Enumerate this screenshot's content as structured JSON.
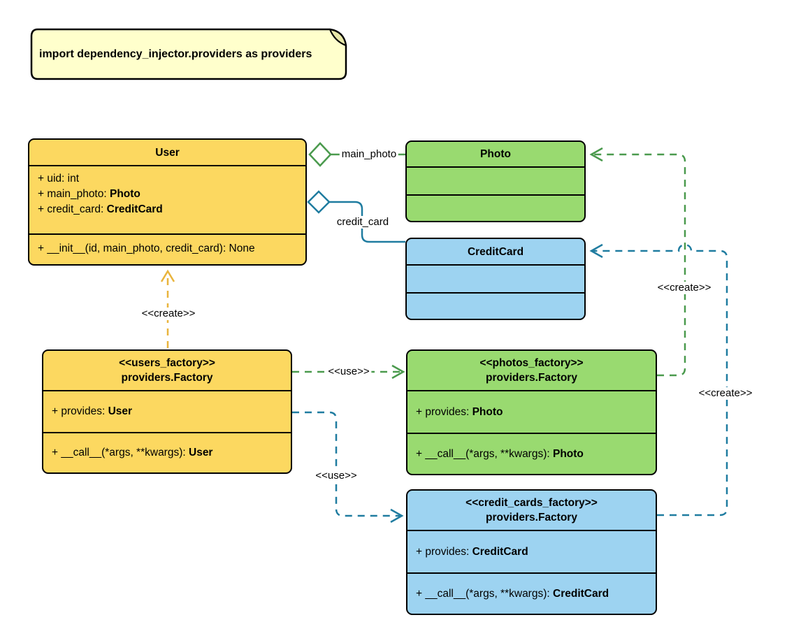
{
  "note": {
    "text": "import dependency_injector.providers as providers"
  },
  "classes": {
    "user": {
      "title": "User",
      "attributes": [
        {
          "text": "+ uid: int",
          "type": ""
        },
        {
          "text": "+ main_photo: ",
          "type": "Photo"
        },
        {
          "text": "+ credit_card: ",
          "type": "CreditCard"
        }
      ],
      "methods": [
        {
          "text": "+ __init__(id, main_photo, credit_card): None",
          "type": ""
        }
      ]
    },
    "photo": {
      "title": "Photo"
    },
    "credit_card": {
      "title": "CreditCard"
    },
    "users_factory": {
      "stereotype": "<<users_factory>>",
      "title": "providers.Factory",
      "attributes": [
        {
          "text": "+ provides: ",
          "type": "User"
        }
      ],
      "methods": [
        {
          "text": "+ __call__(*args, **kwargs): ",
          "type": "User"
        }
      ]
    },
    "photos_factory": {
      "stereotype": "<<photos_factory>>",
      "title": "providers.Factory",
      "attributes": [
        {
          "text": "+ provides: ",
          "type": "Photo"
        }
      ],
      "methods": [
        {
          "text": "+ __call__(*args, **kwargs): ",
          "type": "Photo"
        }
      ]
    },
    "credit_cards_factory": {
      "stereotype": "<<credit_cards_factory>>",
      "title": "providers.Factory",
      "attributes": [
        {
          "text": "+ provides: ",
          "type": "CreditCard"
        }
      ],
      "methods": [
        {
          "text": "+ __call__(*args, **kwargs): ",
          "type": "CreditCard"
        }
      ]
    }
  },
  "edges": {
    "user_photo": {
      "label": "main_photo"
    },
    "user_credit_card": {
      "label": "credit_card"
    },
    "users_factory_to_user": {
      "label": "<<create>>"
    },
    "users_factory_to_photos_factory": {
      "label": "<<use>>"
    },
    "users_factory_to_credit_cards_factory": {
      "label": "<<use>>"
    },
    "photos_factory_to_photo": {
      "label": "<<create>>"
    },
    "credit_cards_factory_to_credit_card": {
      "label": "<<create>>"
    }
  },
  "colors": {
    "yellow_fill": "#FCD860",
    "green_fill": "#99DA70",
    "blue_fill": "#9DD3F1",
    "note_fill": "#FFFFCC",
    "flap_fill": "#E8E8A8",
    "line_green": "#4A9A4D",
    "line_teal": "#1F7CA0",
    "line_yellow": "#E9B43C",
    "border": "#000000"
  }
}
